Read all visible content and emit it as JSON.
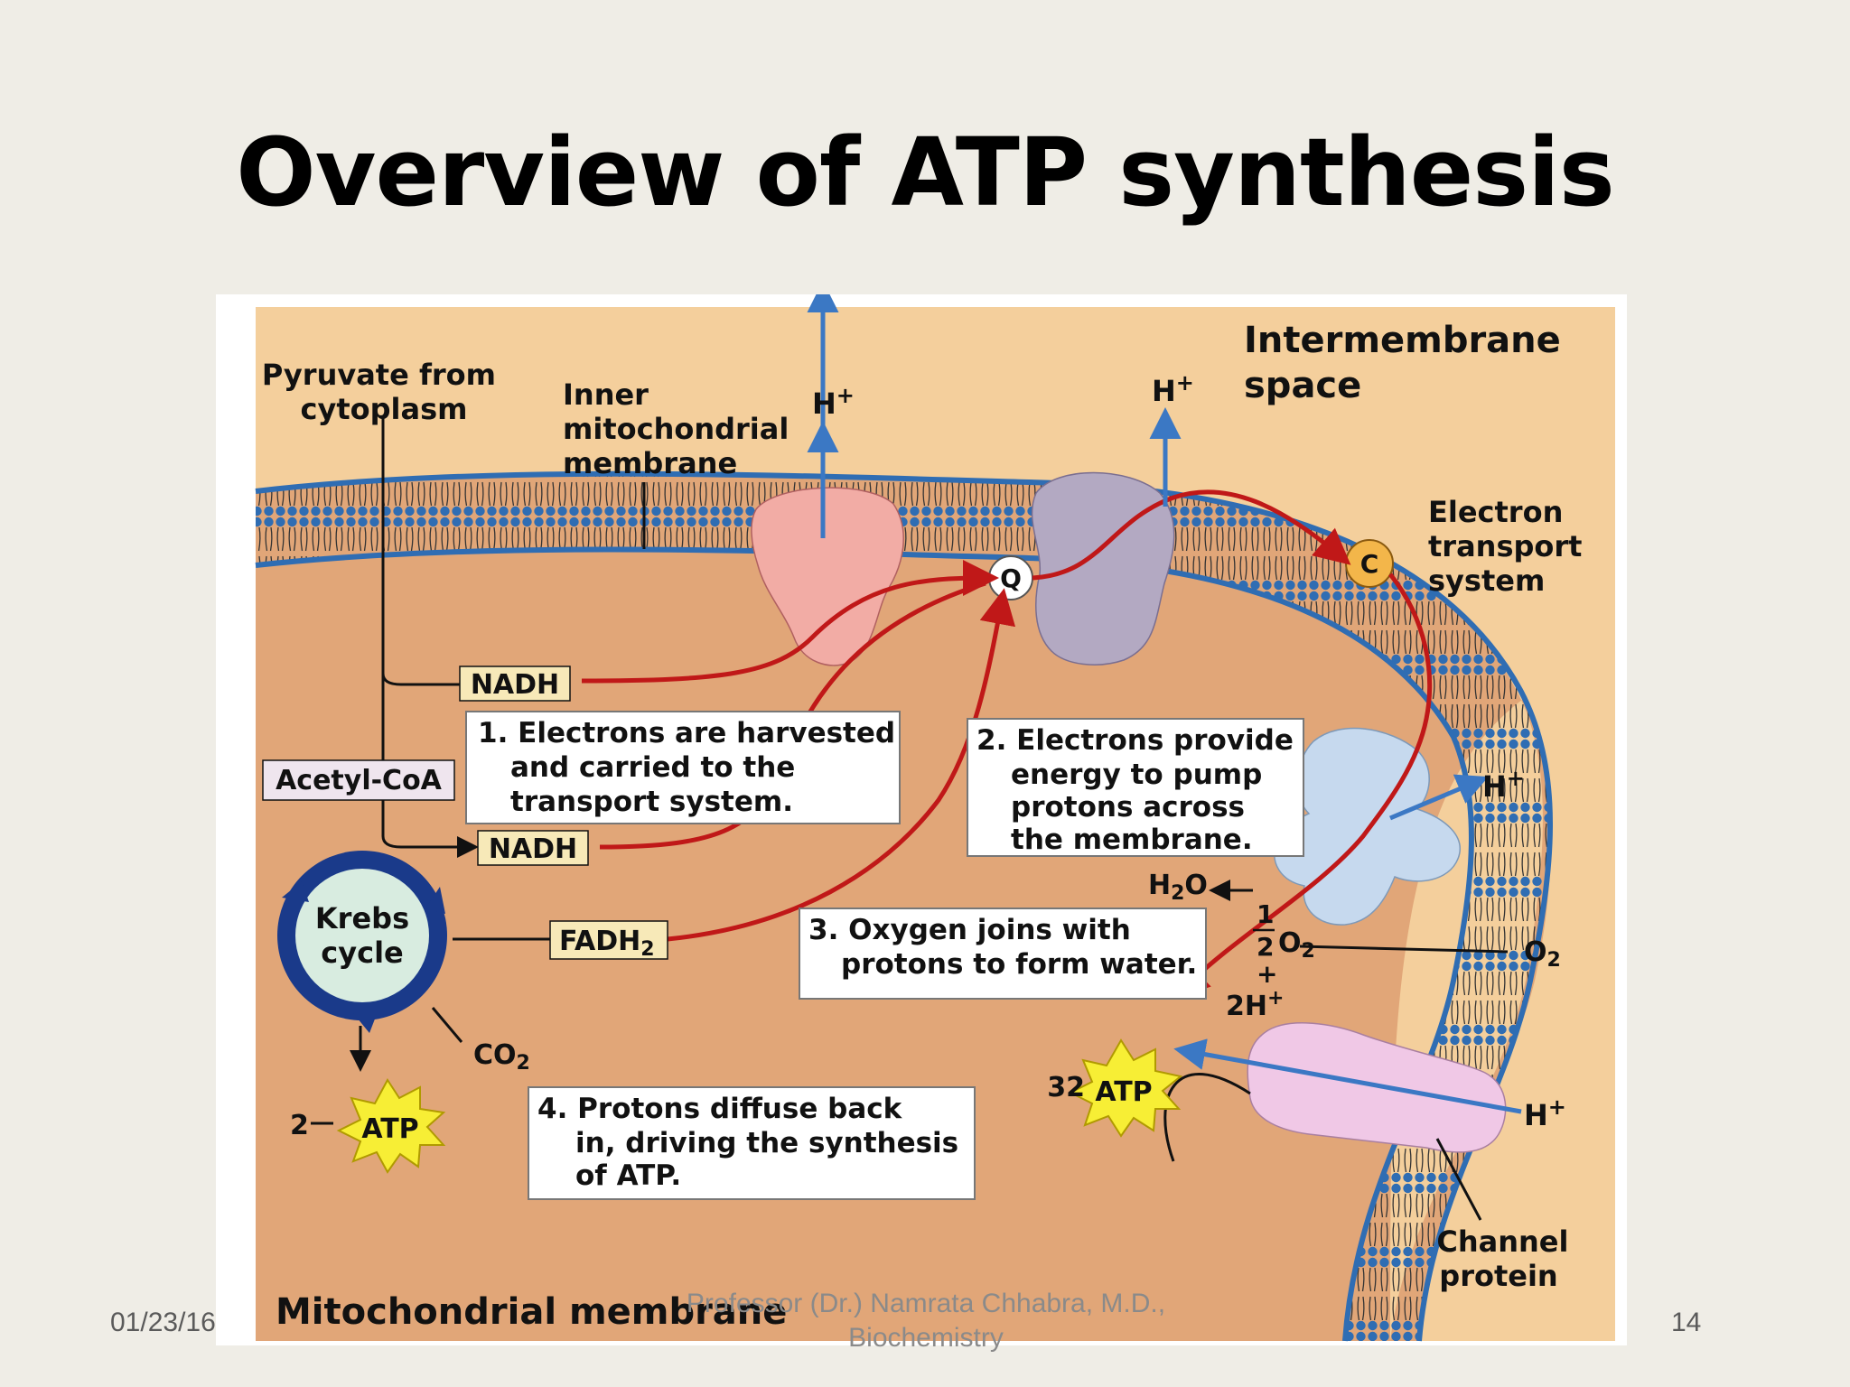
{
  "slide": {
    "title": "Overview of ATP synthesis",
    "footer_date": "01/23/16",
    "footer_author_line1": "Professor (Dr.) Namrata Chhabra, M.D.,",
    "footer_author_line2": "Biochemistry",
    "page_number": "14"
  },
  "diagram": {
    "labels": {
      "pyruvate_1": "Pyruvate from",
      "pyruvate_2": "cytoplasm",
      "inner_1": "Inner",
      "inner_2": "mitochondrial",
      "inner_3": "membrane",
      "h_plus": "H",
      "plus": "+",
      "intermembrane_1": "Intermembrane",
      "intermembrane_2": "space",
      "ets_1": "Electron",
      "ets_2": "transport",
      "ets_3": "system",
      "q": "Q",
      "c": "C",
      "nadh": "NADH",
      "acetyl_coa": "Acetyl-CoA",
      "fadh2": "FADH",
      "sub_2": "2",
      "krebs_1": "Krebs",
      "krebs_2": "cycle",
      "co2": "CO",
      "atp": "ATP",
      "atp_count_krebs": "2",
      "atp_count_synthase": "32",
      "h2o": "H",
      "h2o_o": "O",
      "half_num": "1",
      "half_den": "2",
      "o2": "O",
      "two_h": "2H",
      "channel_1": "Channel",
      "channel_2": "protein",
      "mito_membrane": "Mitochondrial membrane"
    },
    "steps": {
      "step1_1": "1. Electrons are harvested",
      "step1_2": "and carried to the",
      "step1_3": "transport system.",
      "step2_1": "2. Electrons provide",
      "step2_2": "energy to pump",
      "step2_3": "protons across",
      "step2_4": "the membrane.",
      "step3_1": "3. Oxygen joins with",
      "step3_2": "protons to form water.",
      "step4_1": "4. Protons diffuse back",
      "step4_2": "in, driving the synthesis",
      "step4_3": "of ATP."
    },
    "colors": {
      "matrix": "#e1a678",
      "intermembrane": "#f4cf9c",
      "membrane_blue": "#2f6db3",
      "electron_path": "#c01818",
      "proton_arrow": "#3b78c4",
      "complex1": "#f2aca5",
      "complex3": "#b3a9c2",
      "complex4": "#c6d9ee",
      "synthase": "#f0c8e6",
      "krebs_ring": "#1a3a8a",
      "krebs_fill": "#d8ece0",
      "atp_star": "#f7ee35"
    }
  }
}
